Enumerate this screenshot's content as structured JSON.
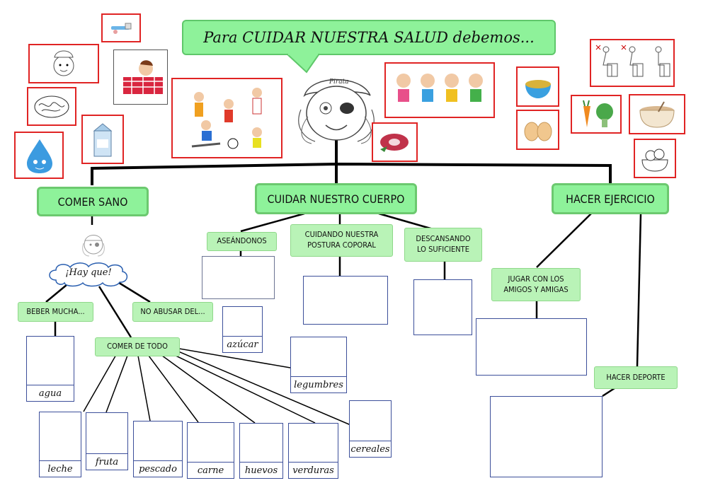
{
  "title": "Para CUIDAR NUESTRA SALUD debemos...",
  "mascot_badge": "Pirata",
  "cloud_label": "¡Hay que!",
  "main_categories": {
    "comer": "COMER SANO",
    "cuidar": "CUIDAR NUESTRO CUERPO",
    "ejercicio": "HACER EJERCICIO"
  },
  "subcategories": {
    "aseando": "ASEÁNDONOS",
    "postura": "CUIDANDO NUESTRA POSTURA COPORAL",
    "descansando": "DESCANSANDO LO SUFICIENTE",
    "jugar": "JUGAR CON LOS AMIGOS Y AMIGAS",
    "deporte": "HACER DEPORTE",
    "beber": "BEBER MUCHA...",
    "no_abusar": "NO ABUSAR DEL...",
    "comer_todo": "COMER DE TODO"
  },
  "food_labels": {
    "agua": "agua",
    "azucar": "azúcar",
    "legumbres": "legumbres",
    "leche": "leche",
    "fruta": "fruta",
    "pescado": "pescado",
    "carne": "carne",
    "huevos": "huevos",
    "verduras": "verduras",
    "cereales": "cereales"
  },
  "colors": {
    "title_bg": "#8ef29a",
    "box_green": "#b9f3b7",
    "image_border": "#e02424",
    "answer_border": "#3c4f9a"
  },
  "icons": [
    "toothbrush-icon",
    "chef-boy-icon",
    "sick-child-bed-icon",
    "brain-icon",
    "milk-carton-icon",
    "water-drop-icon",
    "sports-kids-icon",
    "pirate-girl-icon",
    "children-playing-icon",
    "meat-icon",
    "cereal-bowl-icon",
    "eggs-icon",
    "vegetables-icon",
    "posture-icon",
    "soup-pot-icon",
    "fruit-bowl-icon"
  ]
}
